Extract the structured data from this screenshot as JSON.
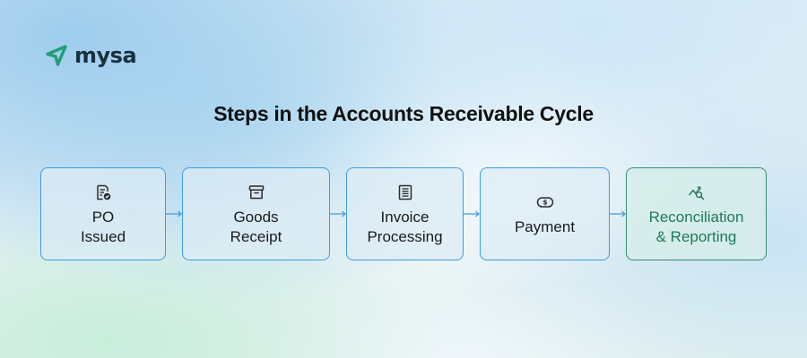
{
  "brand": {
    "name": "mysa",
    "color": "#1f9e77",
    "icon": "send-arrow-icon"
  },
  "title": "Steps in the Accounts Receivable Cycle",
  "colors": {
    "step_border": "#3f9be0",
    "final_border": "#3a8d72",
    "final_text": "#1f7a5c"
  },
  "steps": [
    {
      "label": "PO\nIssued",
      "icon": "document-badge-icon"
    },
    {
      "label": "Goods\nReceipt",
      "icon": "archive-box-icon"
    },
    {
      "label": "Invoice\nProcessing",
      "icon": "invoice-list-icon"
    },
    {
      "label": "Payment",
      "icon": "dollar-note-icon"
    },
    {
      "label": "Reconciliation\n& Reporting",
      "icon": "trend-search-icon"
    }
  ]
}
